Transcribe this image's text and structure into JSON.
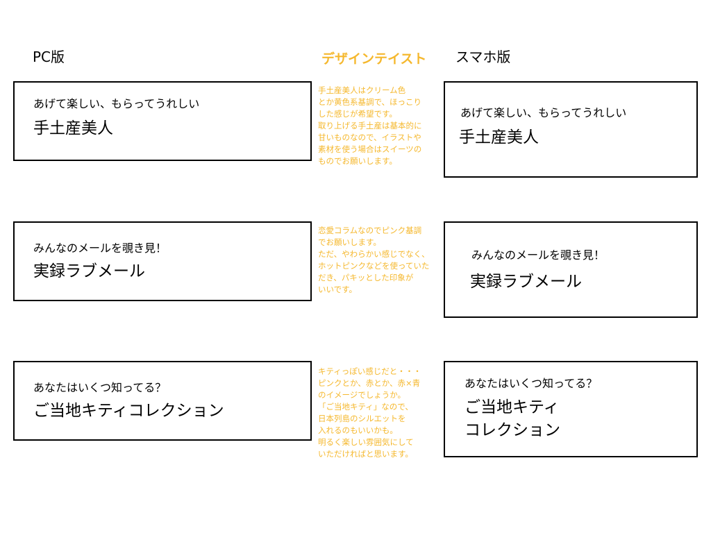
{
  "columns": {
    "pc": "PC版",
    "design": "デザインテイスト",
    "sp": "スマホ版"
  },
  "rows": [
    {
      "pc": {
        "sub": "あげて楽しい、もらってうれしい",
        "main": "手土産美人"
      },
      "design_note": "手土産美人はクリーム色\nとか黄色系基調で、ほっこり\nした感じが希望です。\n取り上げる手土産は基本的に\n甘いものなので、イラストや\n素材を使う場合はスイーツの\nものでお願いします。",
      "sp": {
        "sub": "あげて楽しい、もらってうれしい",
        "main": "手土産美人"
      }
    },
    {
      "pc": {
        "sub": "みんなのメールを覗き見！",
        "main": "実録ラブメール"
      },
      "design_note": "恋愛コラムなのでピンク基調\nでお願いします。\nただ、やわらかい感じでなく、\nホットピンクなどを使っていた\nだき、パキッとした印象が\nいいです。",
      "sp": {
        "sub": "みんなのメールを覗き見！",
        "main": "実録ラブメール"
      }
    },
    {
      "pc": {
        "sub": "あなたはいくつ知ってる？",
        "main": "ご当地キティコレクション"
      },
      "design_note": "キティっぽい感じだと・・・\nピンクとか、赤とか、赤×青\nのイメージでしょうか。\n「ご当地キティ」なので、\n日本列島のシルエットを\n入れるのもいいかも。\n明るく楽しい雰囲気にして\nいただければと思います。",
      "sp": {
        "sub": "あなたはいくつ知ってる？",
        "main_line1": "ご当地キティ",
        "main_line2": "コレクション"
      }
    }
  ],
  "colors": {
    "note": "#F5B82E",
    "border": "#000000"
  }
}
